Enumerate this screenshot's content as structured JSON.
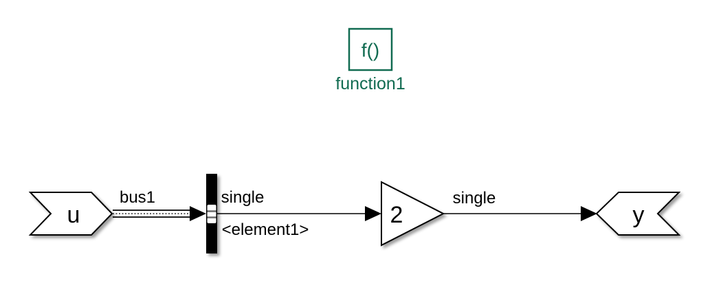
{
  "colors": {
    "teal": "#116B51",
    "line": "#000000",
    "background": "#FFFFFF"
  },
  "blocks": {
    "function": {
      "icon_label": "f()",
      "name": "function1"
    },
    "inport": {
      "label": "u"
    },
    "gain": {
      "value": "2"
    },
    "outport": {
      "label": "y"
    }
  },
  "signals": {
    "bus": {
      "label": "bus1"
    },
    "selected": {
      "label": "single",
      "element": "<element1>"
    },
    "output": {
      "label": "single"
    }
  }
}
